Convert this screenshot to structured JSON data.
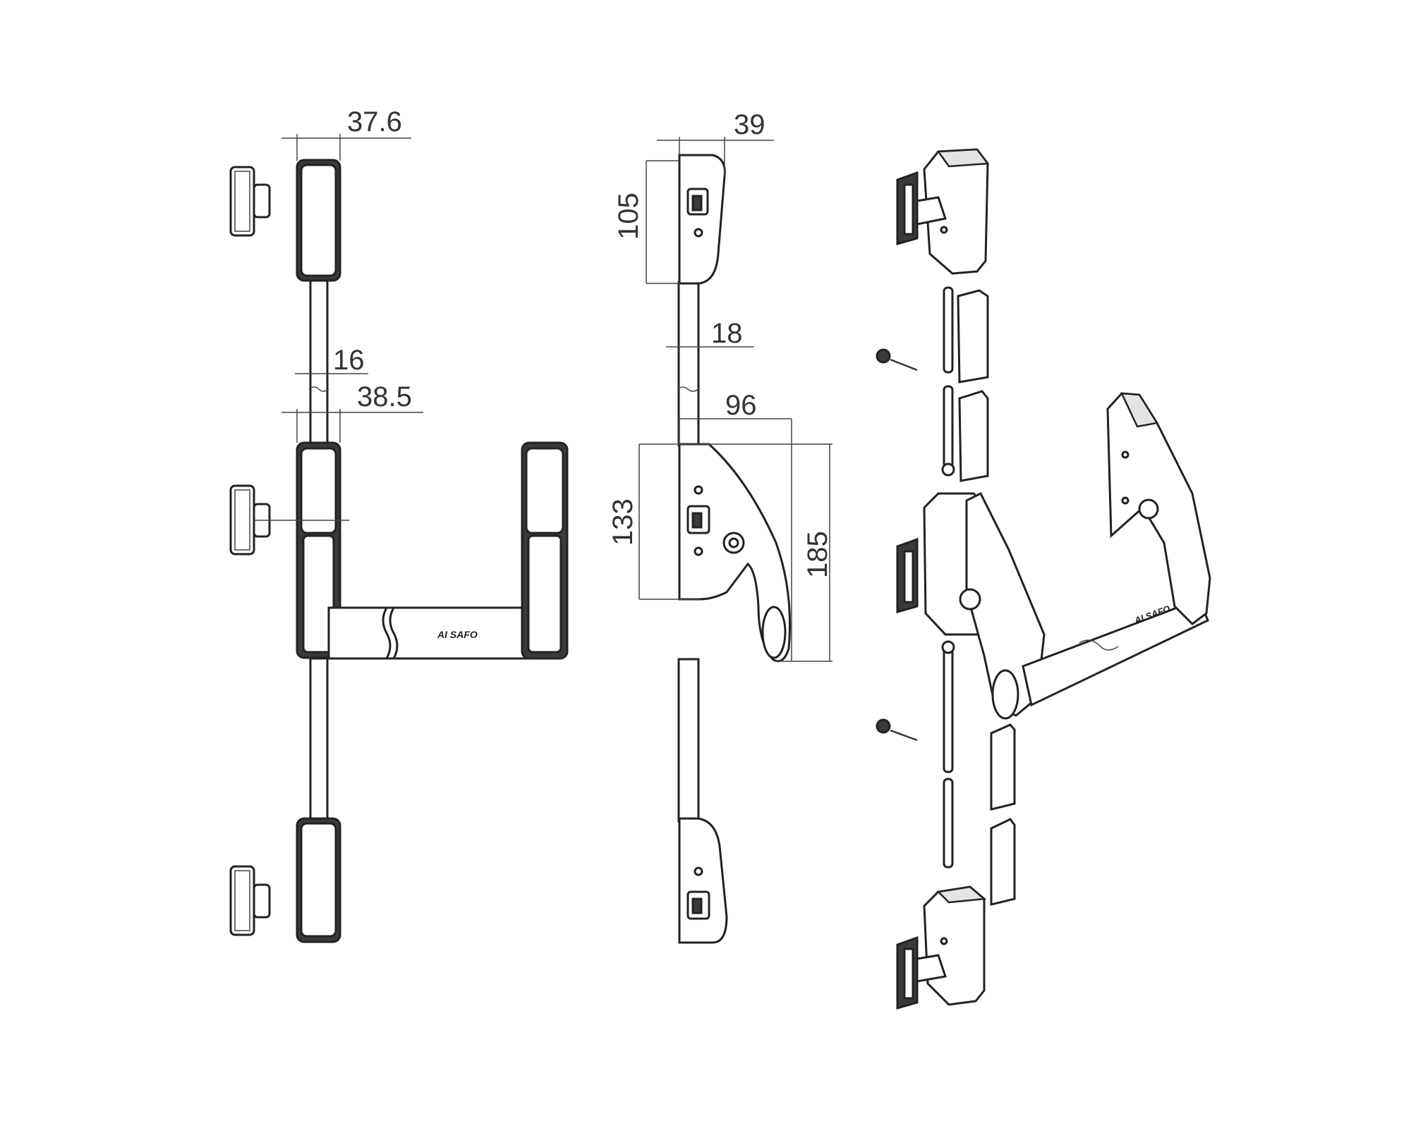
{
  "title": "Panic exit device dimension drawing",
  "front_view": {
    "dimensions": {
      "lock_width": "37.6",
      "rod_width": "16",
      "center_lock_width": "38.5"
    }
  },
  "side_view": {
    "dimensions": {
      "lock_depth": "39",
      "lock_height": "105",
      "rod_offset": "18",
      "handle_projection": "96",
      "center_lock_height": "133",
      "handle_height": "185"
    }
  },
  "logo_text": "AI SAFO",
  "line_color": "#333333"
}
